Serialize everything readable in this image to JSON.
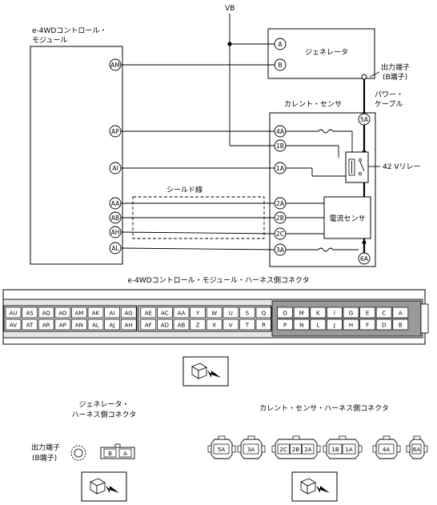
{
  "vb_label": "VB",
  "ecu_title_1": "e-4WDコントロール・",
  "ecu_title_2": "モジュール",
  "generator_label": "ジェネレータ",
  "output_terminal_1": "出力端子",
  "output_terminal_2": "(B端子)",
  "power_cable_1": "パワー・",
  "power_cable_2": "ケーブル",
  "current_sensor_label": "カレント・センサ",
  "relay_label": "42 Vリレー",
  "shield_label": "シールド線",
  "current_sensor_device": "電流センサ",
  "ecu_pins": [
    "AM",
    "AP",
    "AI",
    "AA",
    "AB",
    "AH",
    "AL"
  ],
  "gen_pins": [
    "A",
    "B"
  ],
  "cs_pins": [
    "4A",
    "1B",
    "1A",
    "2A",
    "2B",
    "2C",
    "3A",
    "5A",
    "6A"
  ],
  "harness_title": "e-4WDコントロール・モジュール・ハーネス側コネクタ",
  "harness_top": [
    "AU",
    "AS",
    "AQ",
    "AO",
    "AM",
    "AK",
    "AI",
    "AG",
    "AE",
    "AC",
    "AA",
    "Y",
    "W",
    "U",
    "S",
    "Q",
    "O",
    "M",
    "K",
    "I",
    "G",
    "E",
    "C",
    "A"
  ],
  "harness_bottom": [
    "AV",
    "AT",
    "AR",
    "AP",
    "AN",
    "AL",
    "AJ",
    "AH",
    "AF",
    "AD",
    "AB",
    "Z",
    "X",
    "V",
    "T",
    "R",
    "P",
    "N",
    "L",
    "J",
    "H",
    "F",
    "D",
    "B"
  ],
  "gen_conn_title_1": "ジェネレータ・",
  "gen_conn_title_2": "ハーネス側コネクタ",
  "gen_conn_out_1": "出力端子",
  "gen_conn_out_2": "(B端子)",
  "gen_conn_pins": [
    "B",
    "A"
  ],
  "cs_conn_title": "カレント・センサ・ハーネス側コネクタ",
  "cs_conn_groups": [
    [
      "5A"
    ],
    [
      "3A"
    ],
    [
      "2C",
      "2B",
      "2A"
    ],
    [
      "1B",
      "1A"
    ],
    [
      "4A"
    ],
    [
      "6A"
    ]
  ]
}
